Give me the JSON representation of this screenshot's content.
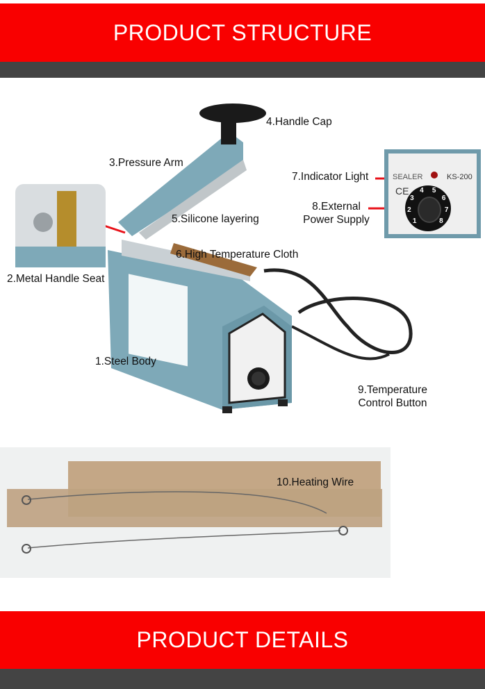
{
  "header": {
    "title": "PRODUCT STRUCTURE"
  },
  "footer": {
    "title": "PRODUCT DETAILS"
  },
  "colors": {
    "banner_red": "#f90000",
    "bar_gray": "#444444",
    "body_blue": "#7ea9b8",
    "arrow_red": "#e8121a"
  },
  "labels": {
    "handle_cap": "4.Handle Cap",
    "pressure_arm": "3.Pressure Arm",
    "indicator_light": "7.Indicator Light",
    "external_power_1": "8.External",
    "external_power_2": "Power Supply",
    "silicone": "5.Silicone layering",
    "cloth": "6.High Temperature Cloth",
    "handle_seat": "2.Metal Handle Seat",
    "steel_body": "1.Steel Body",
    "temp_button_1": "9.Temperature",
    "temp_button_2": "Control Button",
    "heating_wire": "10.Heating Wire"
  },
  "panel": {
    "brand": "SEALER",
    "model": "KS-200",
    "mark": "CE",
    "dial": [
      "1",
      "2",
      "3",
      "4",
      "5",
      "6",
      "7",
      "8"
    ]
  }
}
